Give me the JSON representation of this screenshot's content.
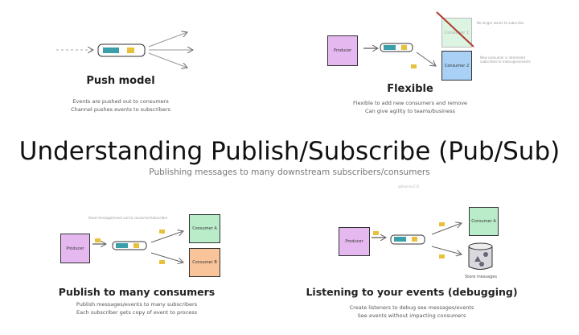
{
  "title": "Understanding Publish/Subscribe (Pub/Sub)",
  "subtitle": "Publishing messages to many downstream subscribers/consumers",
  "author": "@boyney123",
  "push": {
    "title": "Push model",
    "desc": [
      "Events are pushed out to consumers",
      "Channel pushes events to subscribers"
    ]
  },
  "flexible": {
    "title": "Flexible",
    "producer": "Producer",
    "consumer1": "Consumer 1",
    "consumer2": "Consumer 2",
    "note1": "No longer wants to subscribe",
    "note2": "New consumer is interested subscribes to messages/events",
    "desc": [
      "Flexible to add new consumers and remove",
      "Can give agility to teams/business"
    ]
  },
  "many": {
    "title": "Publish to many consumers",
    "producer": "Producer",
    "consumerA": "Consumer A",
    "consumerB": "Consumer B",
    "note": "Send message/event out to consumer/subscriber",
    "desc": [
      "Publish messages/events to many subscribers",
      "Each subscriber gets copy of event to process"
    ]
  },
  "listen": {
    "title": "Listening to your events (debugging)",
    "producer": "Producer",
    "consumerA": "Consumer A",
    "store": "Store messages",
    "desc": [
      "Create listeners to debug see messages/events",
      "See events without impacting consumers"
    ]
  },
  "colors": {
    "producer": "#e6b8f0",
    "consumerGreen": "#b9ecc8",
    "consumerBlue": "#a9d1f5",
    "consumerOrange": "#f9c49a",
    "message": "#e8c13a",
    "strike": "#b23a2e"
  }
}
